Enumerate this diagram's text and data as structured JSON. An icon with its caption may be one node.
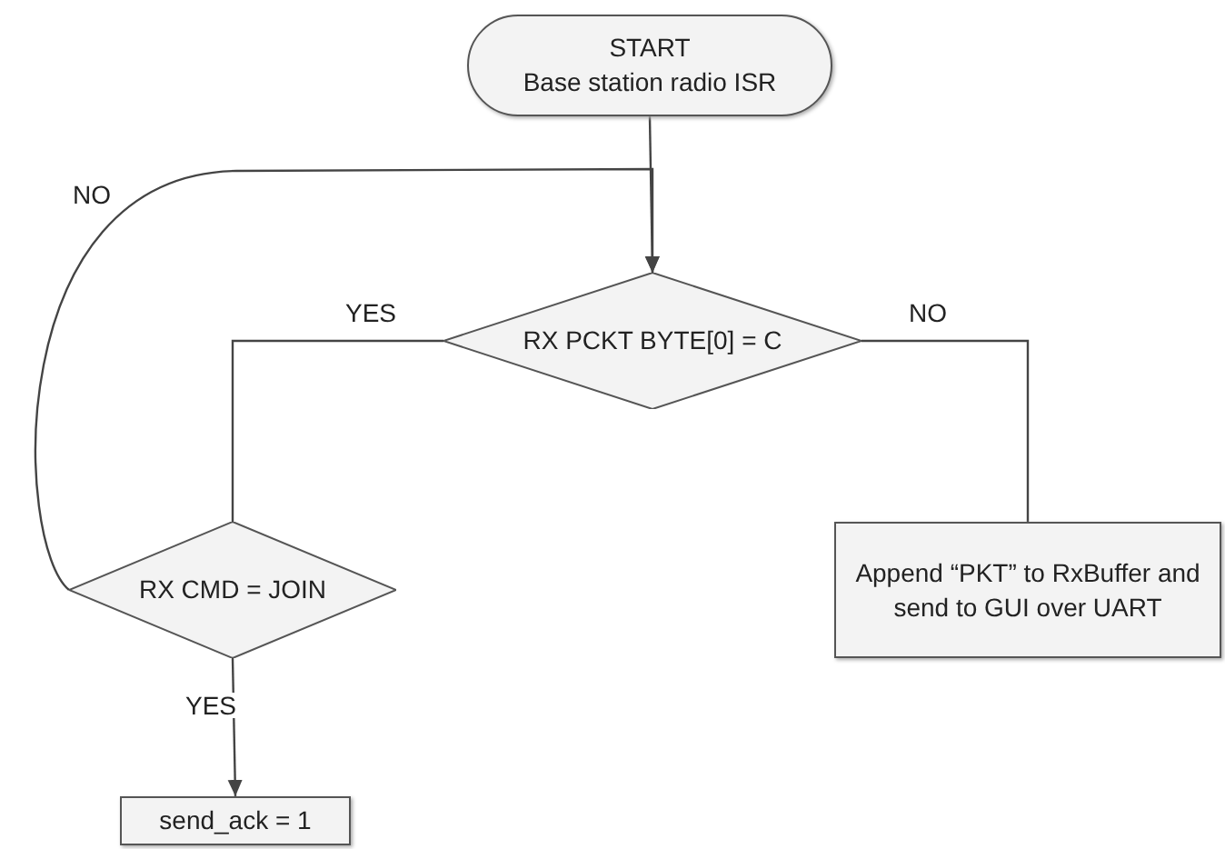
{
  "diagram": {
    "nodes": [
      {
        "text": [
          "START",
          "Base station radio ISR"
        ]
      },
      {
        "text": [
          "RX PCKT BYTE[0] = C"
        ]
      },
      {
        "text": [
          "RX CMD = JOIN"
        ]
      },
      {
        "text": [
          "Append “PKT” to RxBuffer and send to GUI over UART"
        ]
      },
      {
        "text": [
          "send_ack = 1"
        ]
      }
    ],
    "edges": [
      {
        "from": 0,
        "to": 1,
        "arrow": "to"
      },
      {
        "from": 1,
        "to": 2,
        "arrow": "none",
        "label": "YES"
      },
      {
        "from": 1,
        "to": 3,
        "arrow": "none",
        "label": "NO"
      },
      {
        "from": 2,
        "to": 1,
        "arrow": "to",
        "label": "NO"
      },
      {
        "from": 2,
        "to": 4,
        "arrow": "to",
        "label": "YES"
      }
    ]
  }
}
